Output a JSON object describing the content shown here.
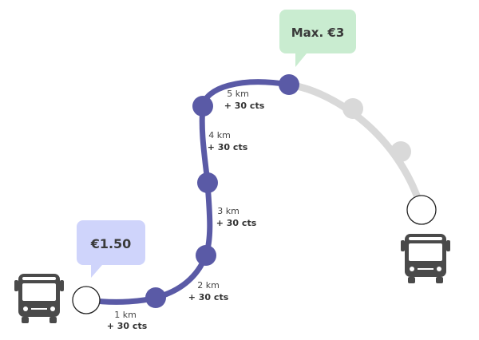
{
  "colors": {
    "route_active": "#5a5aa6",
    "route_inactive": "#d9d9d9",
    "stop_active": "#5a5aa6",
    "stop_inactive": "#d9d9d9",
    "bus": "#4a4a4a",
    "bubble_start": "#cfd4fb",
    "bubble_max": "#c9ecd0",
    "bubble_text": "#3a3a3a"
  },
  "start_fare": {
    "label": "€1.50"
  },
  "max_fare": {
    "label": "Max. €3"
  },
  "segments": [
    {
      "km": "1 km",
      "surcharge": "+ 30 cts"
    },
    {
      "km": "2 km",
      "surcharge": "+ 30 cts"
    },
    {
      "km": "3 km",
      "surcharge": "+ 30 cts"
    },
    {
      "km": "4 km",
      "surcharge": "+ 30 cts"
    },
    {
      "km": "5 km",
      "surcharge": "+ 30 cts"
    }
  ],
  "icons": {
    "start": "bus-icon",
    "end": "bus-icon"
  }
}
